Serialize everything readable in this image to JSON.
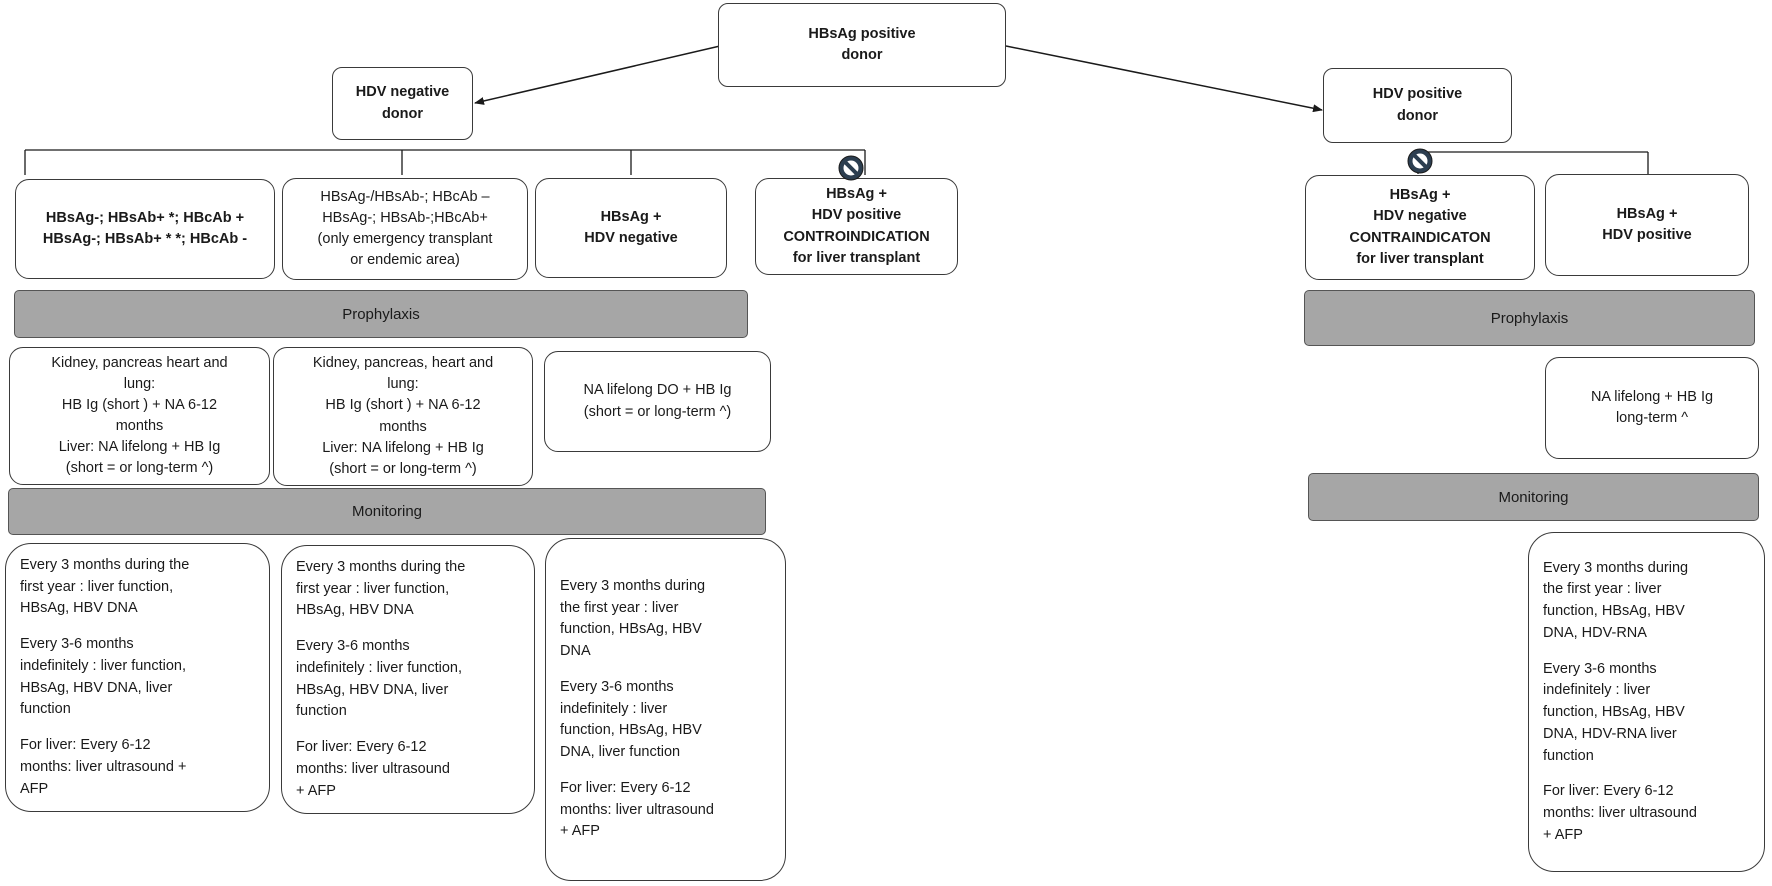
{
  "root": {
    "lines": [
      "HBsAg positive",
      "donor"
    ]
  },
  "hdv_negative_donor": {
    "lines": [
      "HDV negative",
      "donor"
    ],
    "recipients": [
      {
        "lines": [
          "HBsAg-; HBsAb+ *; HBcAb +",
          "HBsAg-; HBsAb+ * *; HBcAb -"
        ]
      },
      {
        "lines": [
          "HBsAg-/HBsAb-; HBcAb –",
          "HBsAg-; HBsAb-;HBcAb+",
          "(only emergency  transplant",
          "or endemic area)"
        ]
      },
      {
        "lines": [
          "HBsAg +",
          "HDV negative"
        ]
      },
      {
        "lines": [
          "HBsAg +",
          "HDV positive",
          "CONTROINDICATION",
          "for liver transplant"
        ]
      }
    ],
    "prophylaxis_label": "Prophylaxis",
    "prophylaxis": [
      {
        "lines": [
          "Kidney, pancreas heart and",
          "lung:",
          "HB Ig  (short ) + NA   6-12",
          "months",
          "Liver: NA  lifelong + HB Ig",
          "(short = or long-term ^)"
        ]
      },
      {
        "lines": [
          "Kidney, pancreas, heart and",
          "lung:",
          "HB Ig  (short ) + NA   6-12",
          "months",
          "Liver: NA  lifelong + HB Ig",
          "(short = or long-term ^)"
        ]
      },
      {
        "lines": [
          "NA  lifelong DO + HB Ig",
          "(short = or long-term ^)"
        ]
      }
    ],
    "monitoring_label": "Monitoring",
    "monitoring": [
      {
        "paragraphs": [
          [
            "Every 3 months during the",
            "first year :  liver function,",
            "HBsAg,  HBV DNA"
          ],
          [
            "Every 3-6 months",
            "indefinitely : liver function,",
            "HBsAg,  HBV DNA,  liver",
            "function"
          ],
          [
            "For liver: Every 6-12",
            "months:   liver ultrasound +",
            "AFP"
          ]
        ]
      },
      {
        "paragraphs": [
          [
            "Every 3 months during the",
            "first year :  liver function,",
            "HBsAg,  HBV DNA"
          ],
          [
            "Every 3-6 months",
            "indefinitely : liver function,",
            "HBsAg,  HBV DNA,  liver",
            "function"
          ],
          [
            "For liver: Every 6-12",
            "months:   liver ultrasound",
            "+ AFP"
          ]
        ]
      },
      {
        "paragraphs": [
          [
            "Every 3 months during",
            "the first year :  liver",
            "function, HBsAg,  HBV",
            "DNA"
          ],
          [
            "Every 3-6 months",
            "indefinitely : liver",
            "function, HBsAg,  HBV",
            "DNA,  liver function"
          ],
          [
            "For liver: Every 6-12",
            "months:   liver ultrasound",
            "+ AFP"
          ]
        ]
      }
    ]
  },
  "hdv_positive_donor": {
    "lines": [
      "HDV positive",
      "donor"
    ],
    "recipients": [
      {
        "lines": [
          "HBsAg +",
          "HDV negative",
          "CONTRAINDICATON",
          "for liver transplant"
        ]
      },
      {
        "lines": [
          "HBsAg +",
          "HDV positive"
        ]
      }
    ],
    "prophylaxis_label": "Prophylaxis",
    "prophylaxis": [
      {
        "lines": [
          "NA  lifelong + HB Ig",
          "long-term  ^"
        ]
      }
    ],
    "monitoring_label": "Monitoring",
    "monitoring": [
      {
        "paragraphs": [
          [
            "Every 3 months during",
            "the first year :  liver",
            "function, HBsAg,  HBV",
            "DNA,  HDV-RNA"
          ],
          [
            "Every 3-6 months",
            "indefinitely : liver",
            "function, HBsAg,  HBV",
            "DNA,  HDV-RNA liver",
            "function"
          ],
          [
            "For liver: Every 6-12",
            "months:   liver ultrasound",
            "+ AFP"
          ]
        ]
      }
    ]
  },
  "colors": {
    "band_fill": "#a6a6a6",
    "border": "#3a3a3a",
    "icon_fill": "#2c3e50"
  },
  "icons": {
    "contraindication": "prohibited-icon"
  }
}
